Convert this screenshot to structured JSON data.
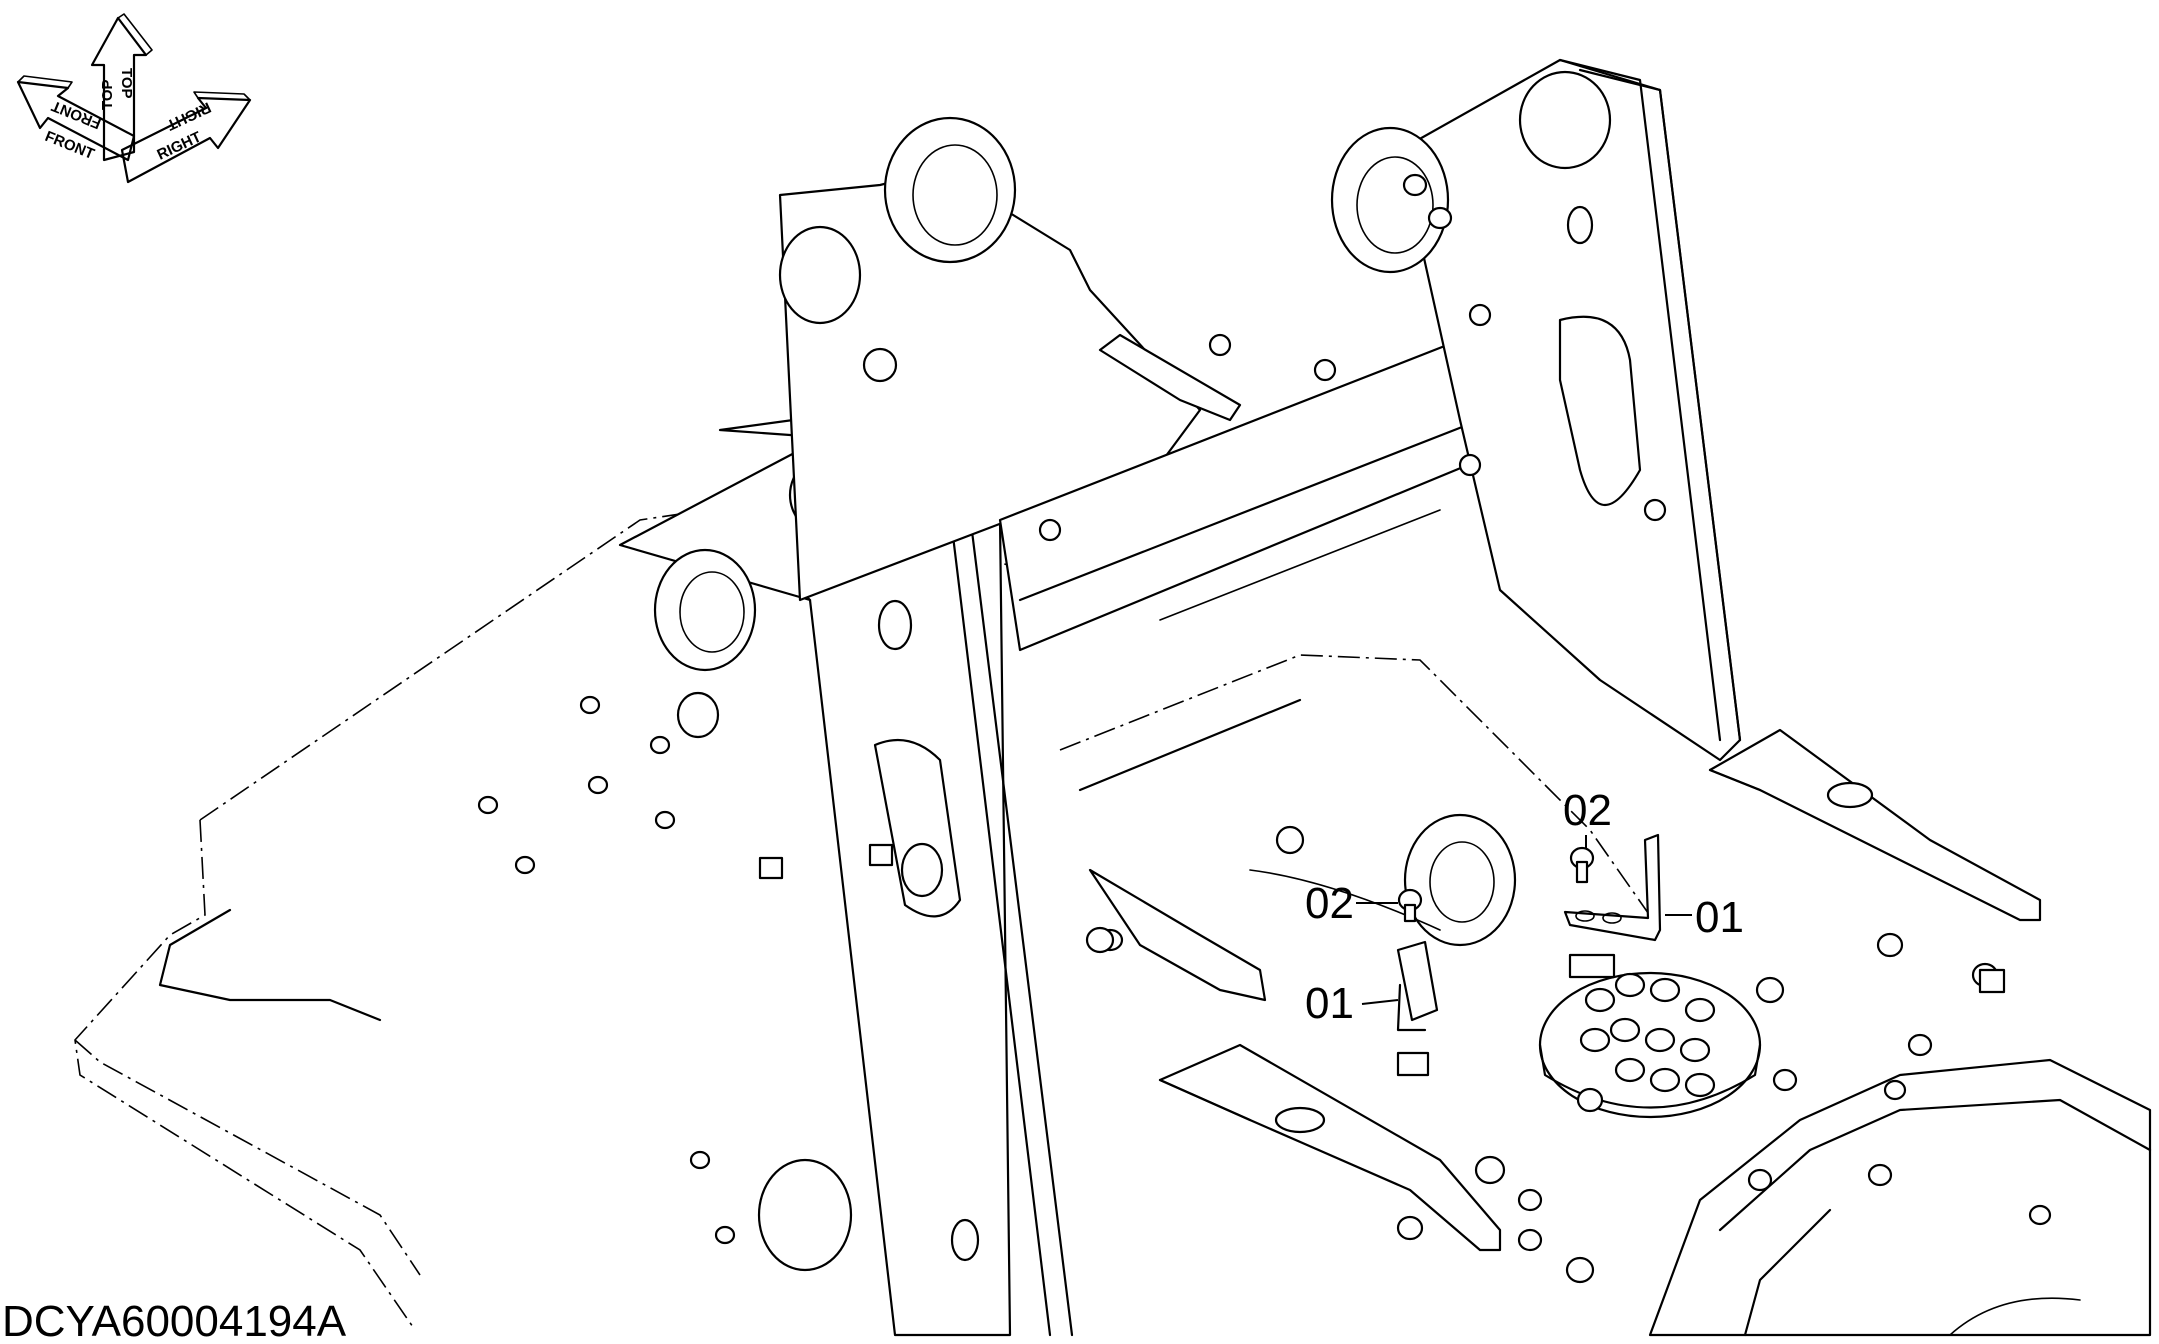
{
  "orientation": {
    "front": "FRONT",
    "top": "TOP",
    "right": "RIGHT"
  },
  "callouts": [
    {
      "label": "02"
    },
    {
      "label": "01"
    },
    {
      "label": "02"
    },
    {
      "label": "01"
    }
  ],
  "reference_code": "DCYA60004194A"
}
